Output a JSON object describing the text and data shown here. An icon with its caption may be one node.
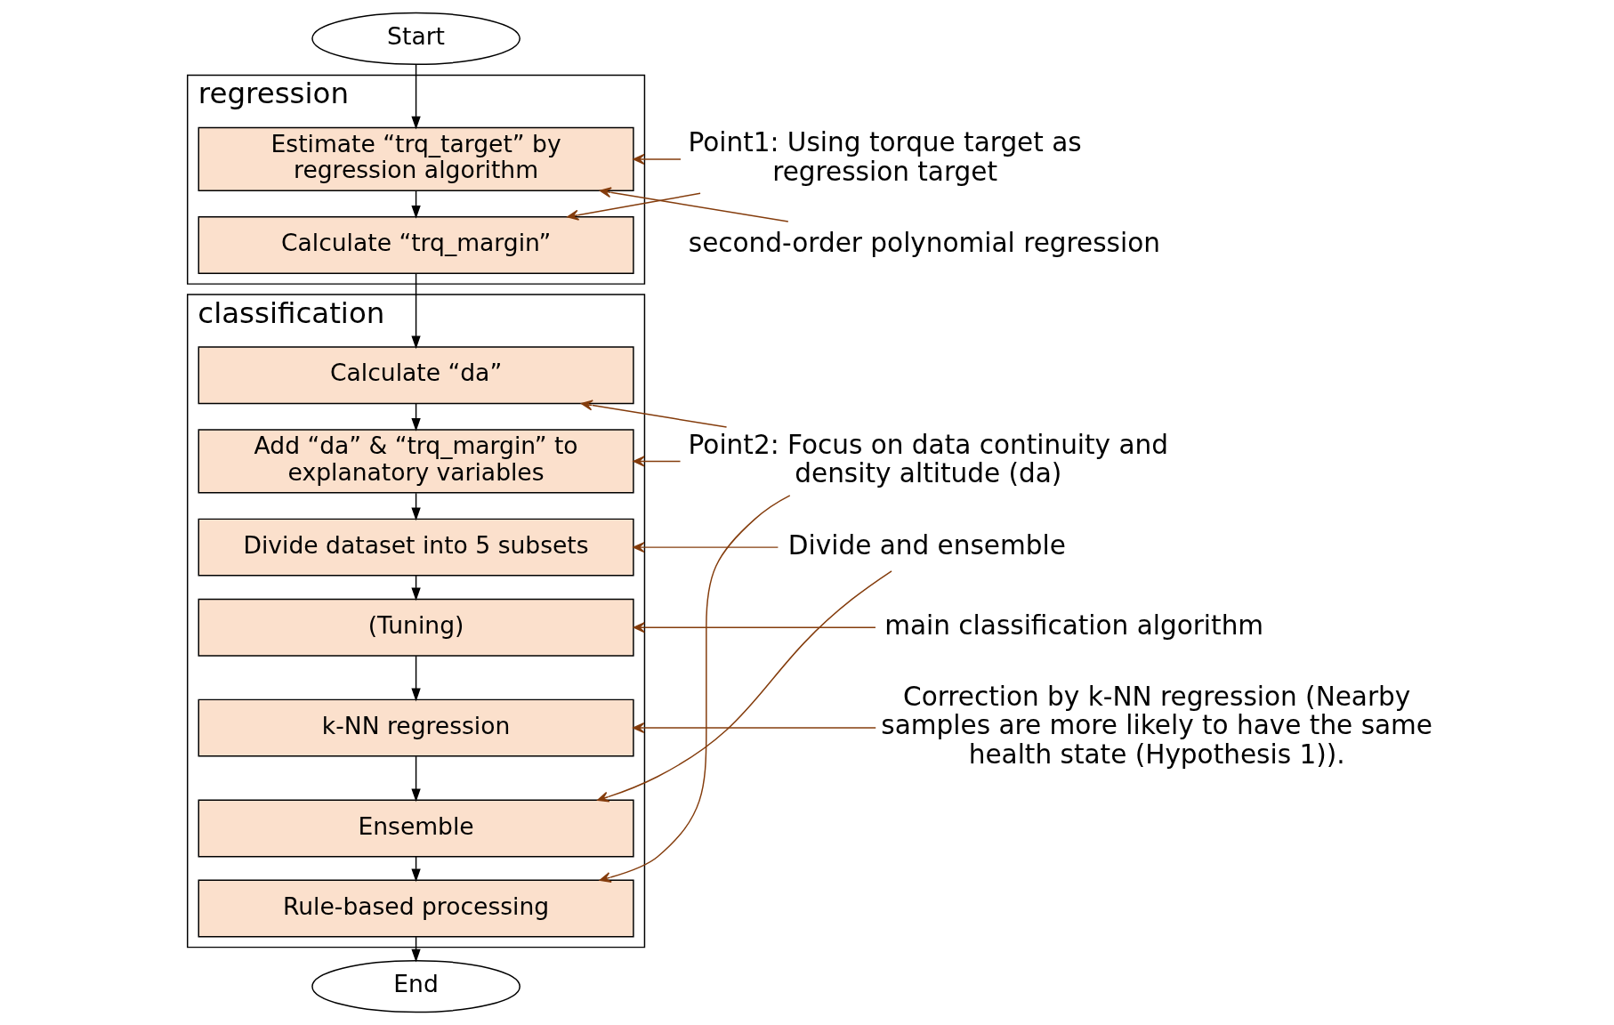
{
  "diagram": {
    "nodes": [
      {
        "text": [
          "Start"
        ]
      },
      {
        "text": [
          "regression"
        ]
      },
      {
        "text": [
          "Estimate “trq_target” by regression algorithm"
        ],
        "in": 1
      },
      {
        "text": [
          "Calculate “trq_margin”"
        ],
        "in": 1
      },
      {
        "text": [
          "classification"
        ]
      },
      {
        "text": [
          "Calculate “da”"
        ],
        "in": 4
      },
      {
        "text": [
          "Add “da” & “trq_margin” to explanatory variables"
        ],
        "in": 4
      },
      {
        "text": [
          "Divide dataset into 5 subsets"
        ],
        "in": 4
      },
      {
        "text": [
          "(Tuning)"
        ],
        "in": 4
      },
      {
        "text": [
          "k-NN regression"
        ],
        "in": 4
      },
      {
        "text": [
          "Ensemble"
        ],
        "in": 4
      },
      {
        "text": [
          "Rule-based processing"
        ],
        "in": 4
      },
      {
        "text": [
          "End"
        ]
      },
      {
        "text": [
          "Point1: Using torque target as regression target"
        ]
      },
      {
        "text": [
          "second-order polynomial regression"
        ]
      },
      {
        "text": [
          "Point2: Focus on data continuity and density altitude (da)"
        ]
      },
      {
        "text": [
          "Divide and ensemble"
        ]
      },
      {
        "text": [
          "main classification algorithm"
        ]
      },
      {
        "text": [
          "Correction by k-NN regression (Nearby samples are more likely to have the same health state (Hypothesis 1))."
        ]
      }
    ],
    "edges": [
      {
        "from": 0,
        "to": 2,
        "arrow": "to"
      },
      {
        "from": 2,
        "to": 3,
        "arrow": "to"
      },
      {
        "from": 3,
        "to": 5,
        "arrow": "to"
      },
      {
        "from": 5,
        "to": 6,
        "arrow": "to"
      },
      {
        "from": 6,
        "to": 7,
        "arrow": "to"
      },
      {
        "from": 7,
        "to": 8,
        "arrow": "to"
      },
      {
        "from": 8,
        "to": 9,
        "arrow": "to"
      },
      {
        "from": 9,
        "to": 10,
        "arrow": "to"
      },
      {
        "from": 10,
        "to": 11,
        "arrow": "to"
      },
      {
        "from": 11,
        "to": 12,
        "arrow": "to"
      },
      {
        "from": 13,
        "to": 2,
        "arrow": "to",
        "color": "#843c0c"
      },
      {
        "from": 13,
        "to": 3,
        "arrow": "to",
        "color": "#843c0c"
      },
      {
        "from": 14,
        "to": 2,
        "arrow": "to",
        "color": "#843c0c"
      },
      {
        "from": 15,
        "to": 5,
        "arrow": "to",
        "color": "#843c0c"
      },
      {
        "from": 15,
        "to": 6,
        "arrow": "to",
        "color": "#843c0c"
      },
      {
        "from": 15,
        "to": 11,
        "arrow": "to",
        "color": "#843c0c"
      },
      {
        "from": 16,
        "to": 7,
        "arrow": "to",
        "color": "#843c0c"
      },
      {
        "from": 16,
        "to": 10,
        "arrow": "to",
        "color": "#843c0c"
      },
      {
        "from": 17,
        "to": 8,
        "arrow": "to",
        "color": "#843c0c"
      },
      {
        "from": 18,
        "to": 9,
        "arrow": "to",
        "color": "#843c0c"
      }
    ]
  }
}
